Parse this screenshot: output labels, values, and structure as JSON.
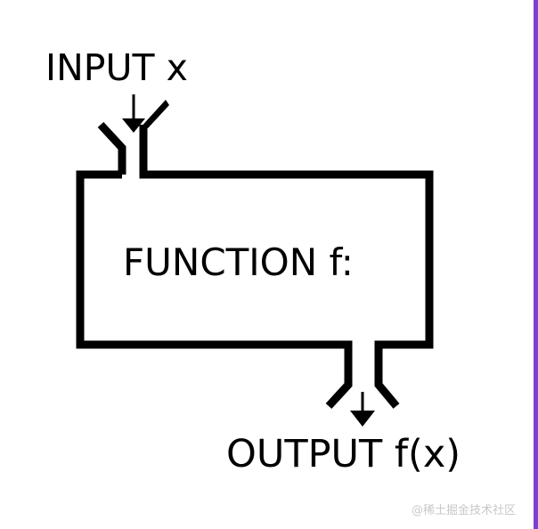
{
  "diagram": {
    "input_label": "INPUT x",
    "function_label": "FUNCTION f:",
    "output_label": "OUTPUT f(x)"
  },
  "watermark": {
    "text": "@稀土掘金技术社区"
  },
  "colors": {
    "stroke": "#000000",
    "background": "#ffffff",
    "accent_bar": "#7b3fd1",
    "watermark": "#c8c8c8"
  }
}
